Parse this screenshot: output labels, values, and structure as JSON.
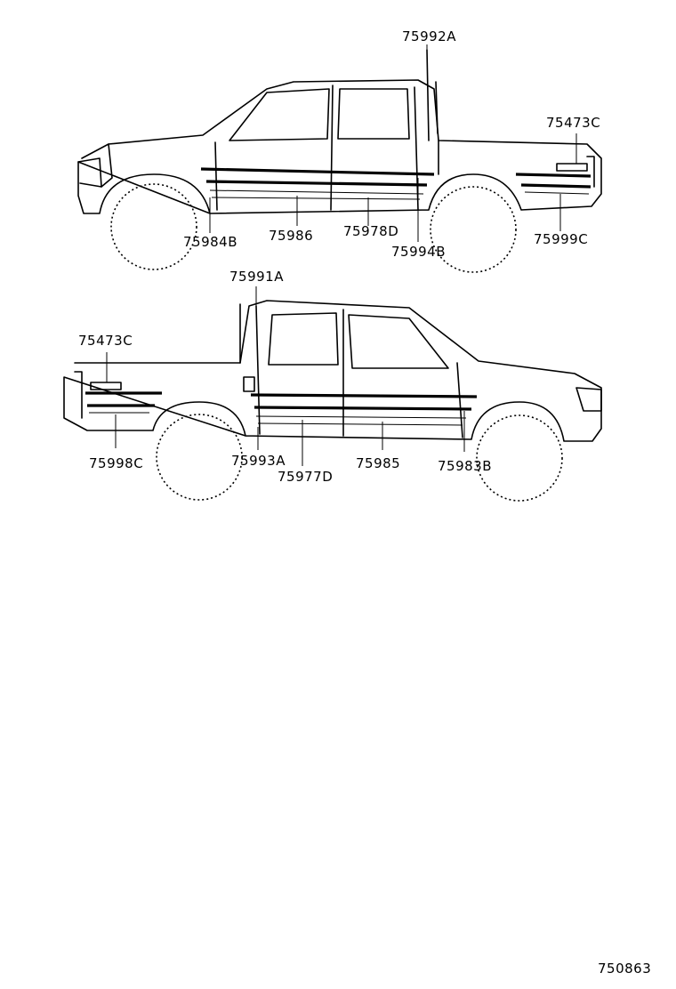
{
  "top_truck": {
    "labels": {
      "l75992A": "75992A",
      "l75473C": "75473C",
      "l75984B": "75984B",
      "l75986": "75986",
      "l75978D": "75978D",
      "l75994B": "75994B",
      "l75999C": "75999C"
    }
  },
  "bottom_truck": {
    "labels": {
      "l75991A": "75991A",
      "l75473C": "75473C",
      "l75998C": "75998C",
      "l75993A": "75993A",
      "l75977D": "75977D",
      "l75985": "75985",
      "l75983B": "75983B"
    }
  },
  "footer": {
    "diagram_code": "750863"
  }
}
